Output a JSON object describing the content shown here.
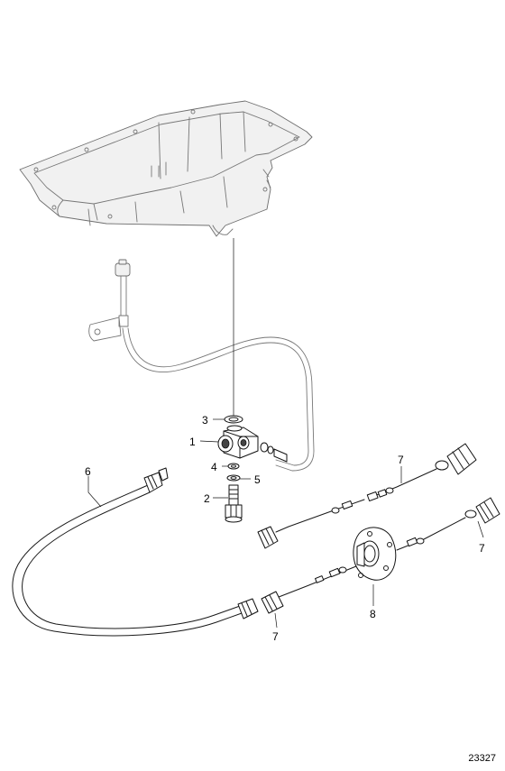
{
  "callouts": [
    {
      "id": "c1",
      "text": "1"
    },
    {
      "id": "c2",
      "text": "2"
    },
    {
      "id": "c3",
      "text": "3"
    },
    {
      "id": "c4",
      "text": "4"
    },
    {
      "id": "c5",
      "text": "5"
    },
    {
      "id": "c6",
      "text": "6"
    },
    {
      "id": "c7a",
      "text": "7"
    },
    {
      "id": "c7b",
      "text": "7"
    },
    {
      "id": "c7c",
      "text": "7"
    },
    {
      "id": "c8",
      "text": "8"
    }
  ],
  "reference_number": "23327",
  "colors": {
    "line": "#1a1a1a",
    "background_parts": "#777777",
    "background": "#ffffff"
  }
}
